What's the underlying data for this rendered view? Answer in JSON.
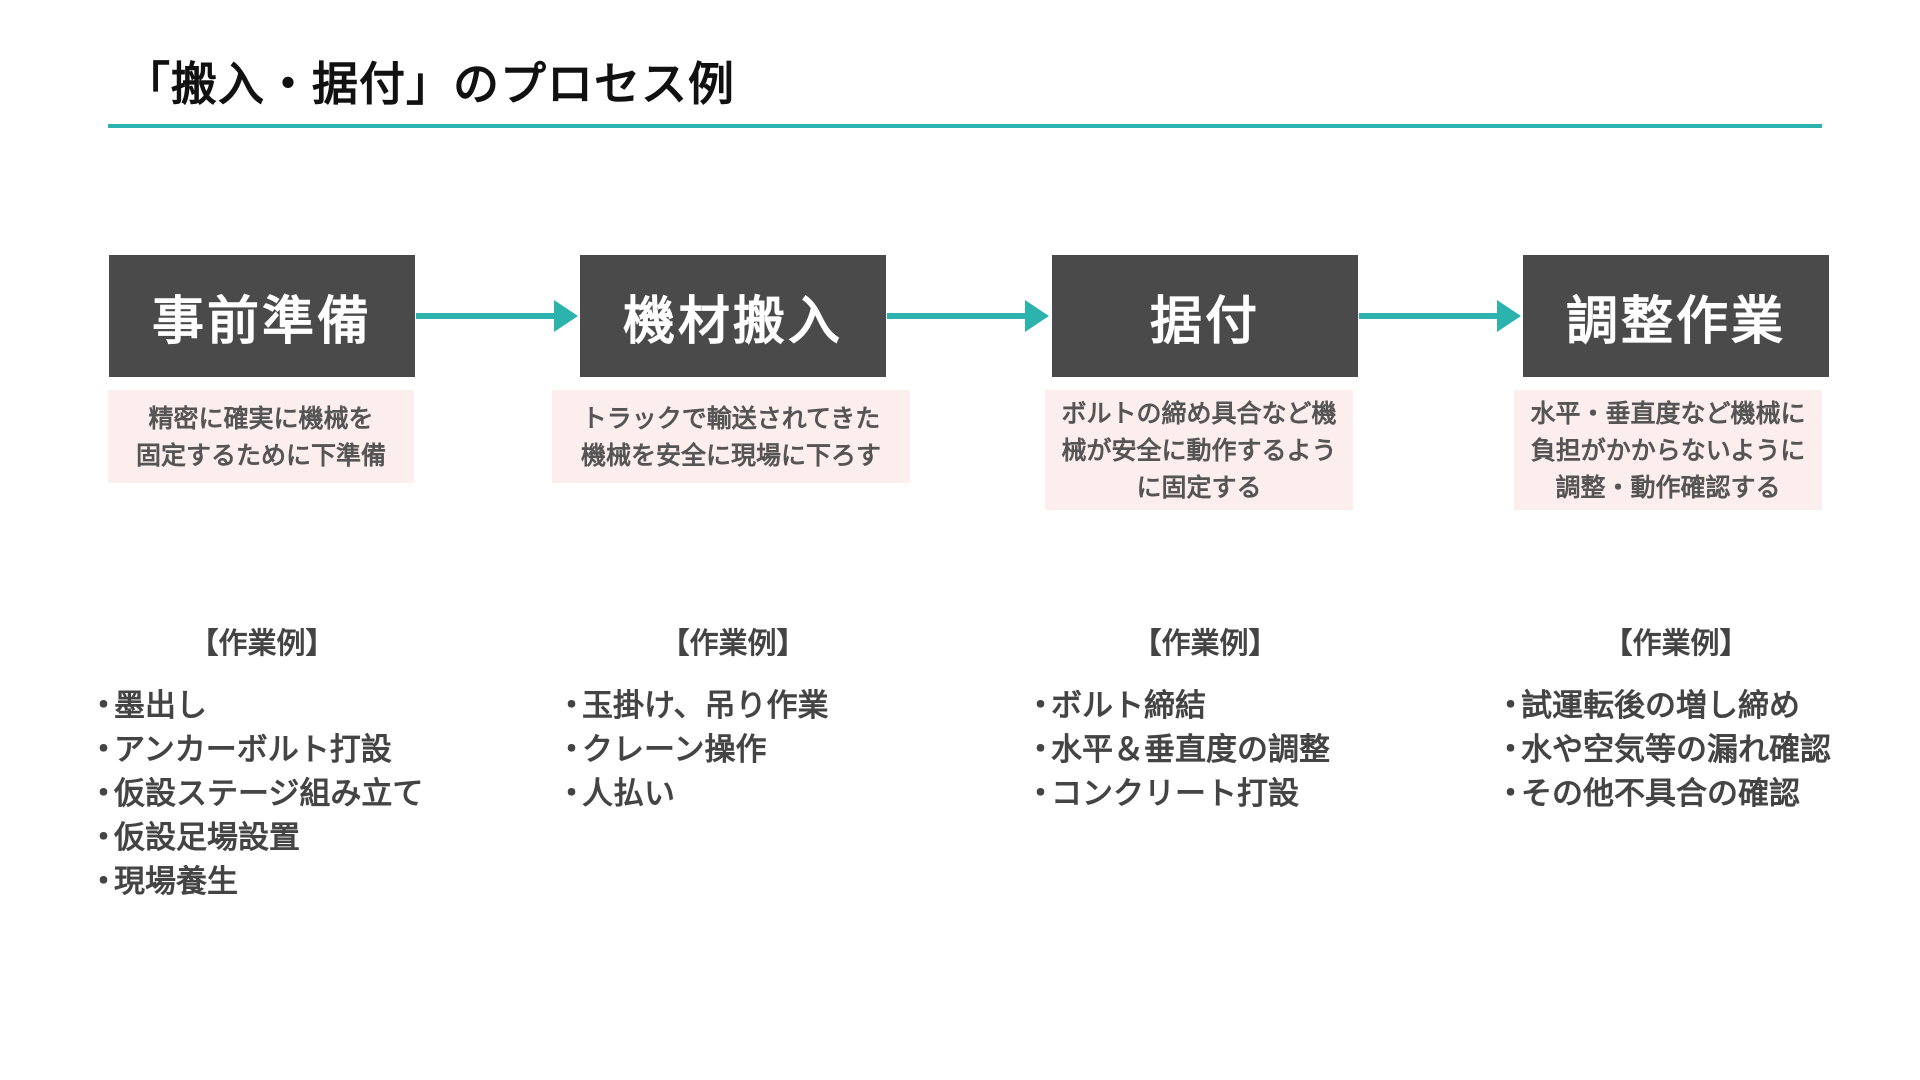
{
  "title": "「搬入・据付」のプロセス例",
  "colors": {
    "accent": "#2db3ae",
    "step_box": "#4a4a4a",
    "description_bg": "#fdeeee"
  },
  "examples_heading": "【作業例】",
  "bullet": "・",
  "steps": [
    {
      "label": "事前準備",
      "description": [
        "精密に確実に機械を",
        "固定するために下準備"
      ],
      "examples": [
        "墨出し",
        "アンカーボルト打設",
        "仮設ステージ組み立て",
        "仮設足場設置",
        "現場養生"
      ]
    },
    {
      "label": "機材搬入",
      "description": [
        "トラックで輸送されてきた",
        "機械を安全に現場に下ろす"
      ],
      "examples": [
        "玉掛け、吊り作業",
        "クレーン操作",
        "人払い"
      ]
    },
    {
      "label": "据付",
      "description": [
        "ボルトの締め具合など機",
        "械が安全に動作するよう",
        "に固定する"
      ],
      "examples": [
        "ボルト締結",
        "水平＆垂直度の調整",
        "コンクリート打設"
      ]
    },
    {
      "label": "調整作業",
      "description": [
        "水平・垂直度など機械に",
        "負担がかからないように",
        "調整・動作確認する"
      ],
      "examples": [
        "試運転後の増し締め",
        "水や空気等の漏れ確認",
        "その他不具合の確認"
      ]
    }
  ]
}
